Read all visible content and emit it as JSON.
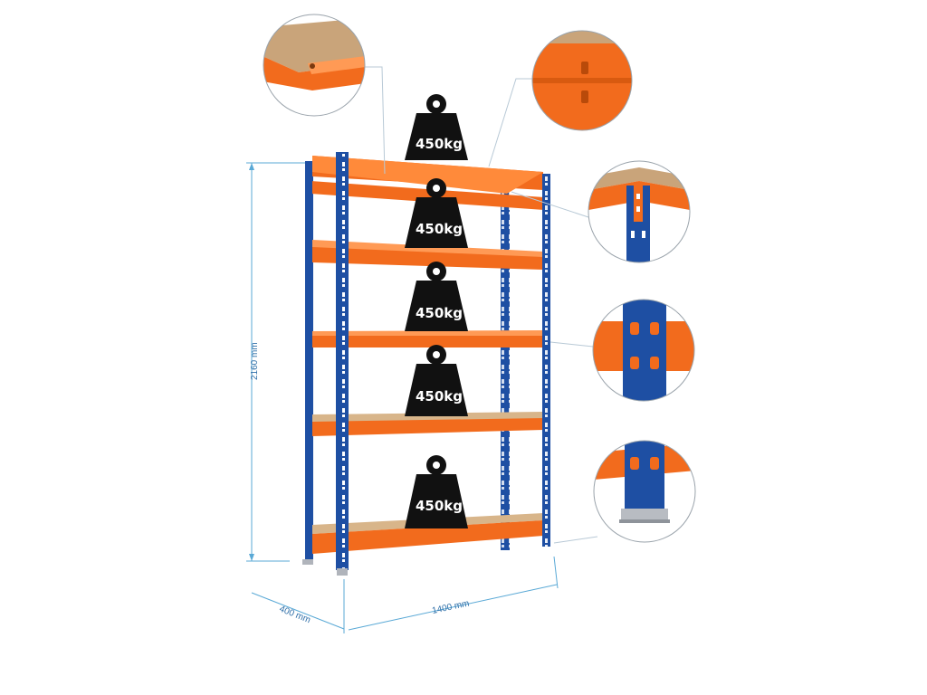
{
  "product": {
    "frame_color": "#1e4fa3",
    "beam_color": "#f26b1d",
    "board_color": "#c9a47a"
  },
  "weights": [
    {
      "label": "450kg"
    },
    {
      "label": "450kg"
    },
    {
      "label": "450kg"
    },
    {
      "label": "450kg"
    },
    {
      "label": "450kg"
    }
  ],
  "dimensions": {
    "height": "2160 mm",
    "depth": "400 mm",
    "width": "1400 mm"
  },
  "detail_callouts": [
    {
      "name": "top-board-corner-detail"
    },
    {
      "name": "beam-clip-detail"
    },
    {
      "name": "upright-corner-detail"
    },
    {
      "name": "beam-connection-detail"
    },
    {
      "name": "foot-plate-detail"
    }
  ]
}
